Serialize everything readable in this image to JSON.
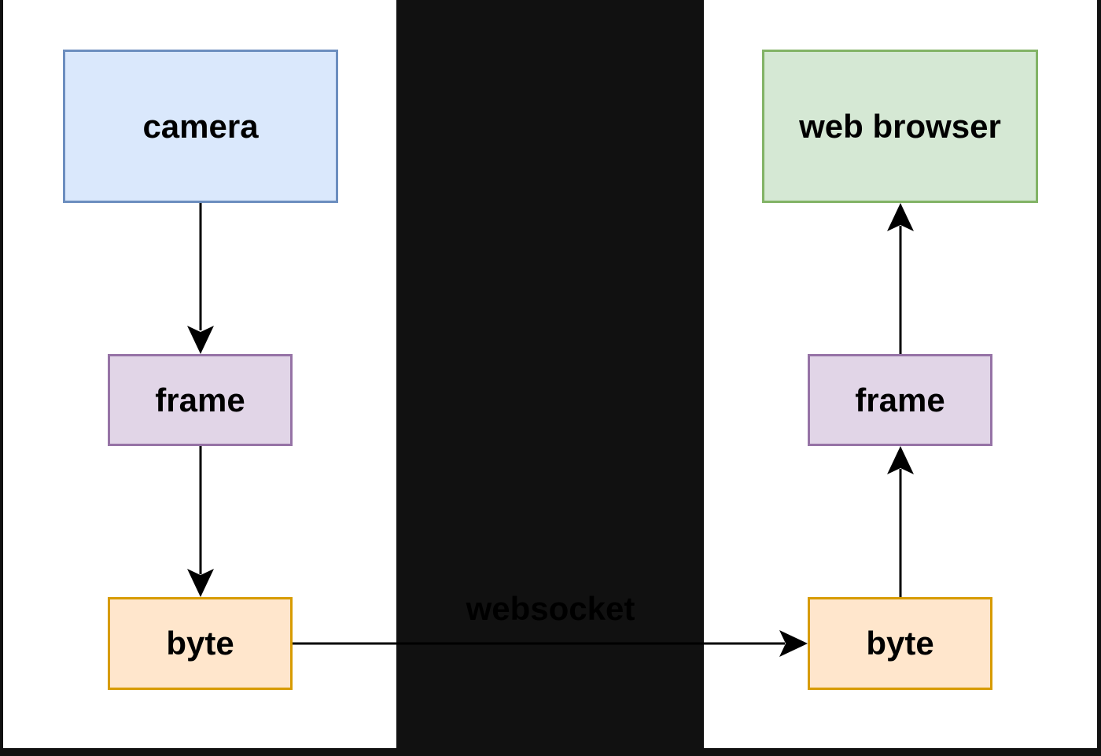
{
  "nodes": {
    "camera": "camera",
    "frame_left": "frame",
    "byte_left": "byte",
    "web_browser": "web browser",
    "frame_right": "frame",
    "byte_right": "byte"
  },
  "edge_label": "websocket",
  "colors": {
    "background": "#111111",
    "panel": "#ffffff",
    "blue_fill": "#dae8fc",
    "blue_stroke": "#6c8ebf",
    "green_fill": "#d5e8d4",
    "green_stroke": "#82b366",
    "purple_fill": "#e1d5e7",
    "purple_stroke": "#9673a6",
    "orange_fill": "#ffe6cc",
    "orange_stroke": "#d79b00"
  }
}
